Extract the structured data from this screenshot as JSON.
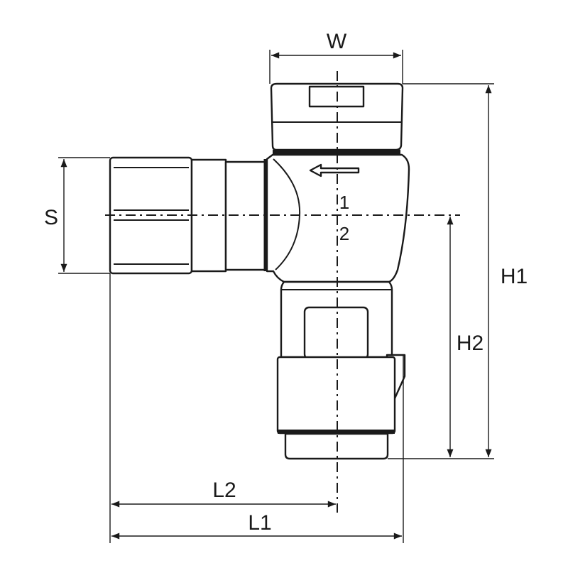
{
  "title": "Angled fitting dimension drawing",
  "dimensions": {
    "width": "W",
    "thread": "S",
    "height_total": "H1",
    "height_center": "H2",
    "length_center": "L2",
    "length_total": "L1"
  },
  "port_labels": {
    "port_1": "1",
    "port_2": "2"
  },
  "colors": {
    "line": "#1a1a1a",
    "background": "#ffffff"
  }
}
